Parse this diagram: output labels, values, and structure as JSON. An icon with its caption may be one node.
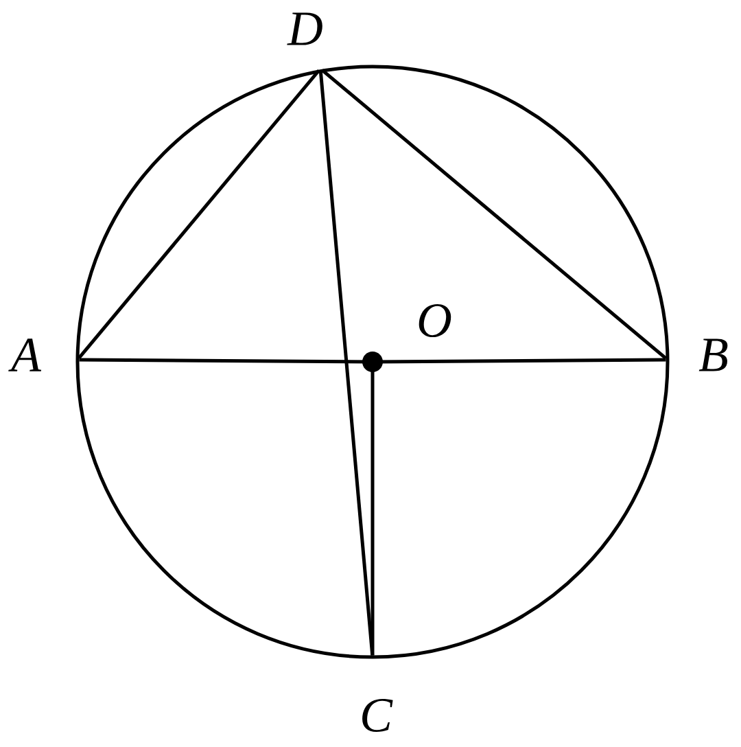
{
  "diagram": {
    "nodes": [
      {
        "text": [
          "A"
        ]
      },
      {
        "text": [
          "B"
        ]
      },
      {
        "text": [
          "C"
        ]
      },
      {
        "text": [
          "D"
        ]
      },
      {
        "text": [
          "O"
        ]
      }
    ],
    "edges": [
      {
        "from": 0,
        "to": 4,
        "arrow": "none"
      },
      {
        "from": 4,
        "to": 1,
        "arrow": "none"
      },
      {
        "from": 0,
        "to": 3,
        "arrow": "none"
      },
      {
        "from": 3,
        "to": 1,
        "arrow": "none"
      },
      {
        "from": 3,
        "to": 2,
        "arrow": "none"
      },
      {
        "from": 4,
        "to": 2,
        "arrow": "none"
      }
    ]
  }
}
